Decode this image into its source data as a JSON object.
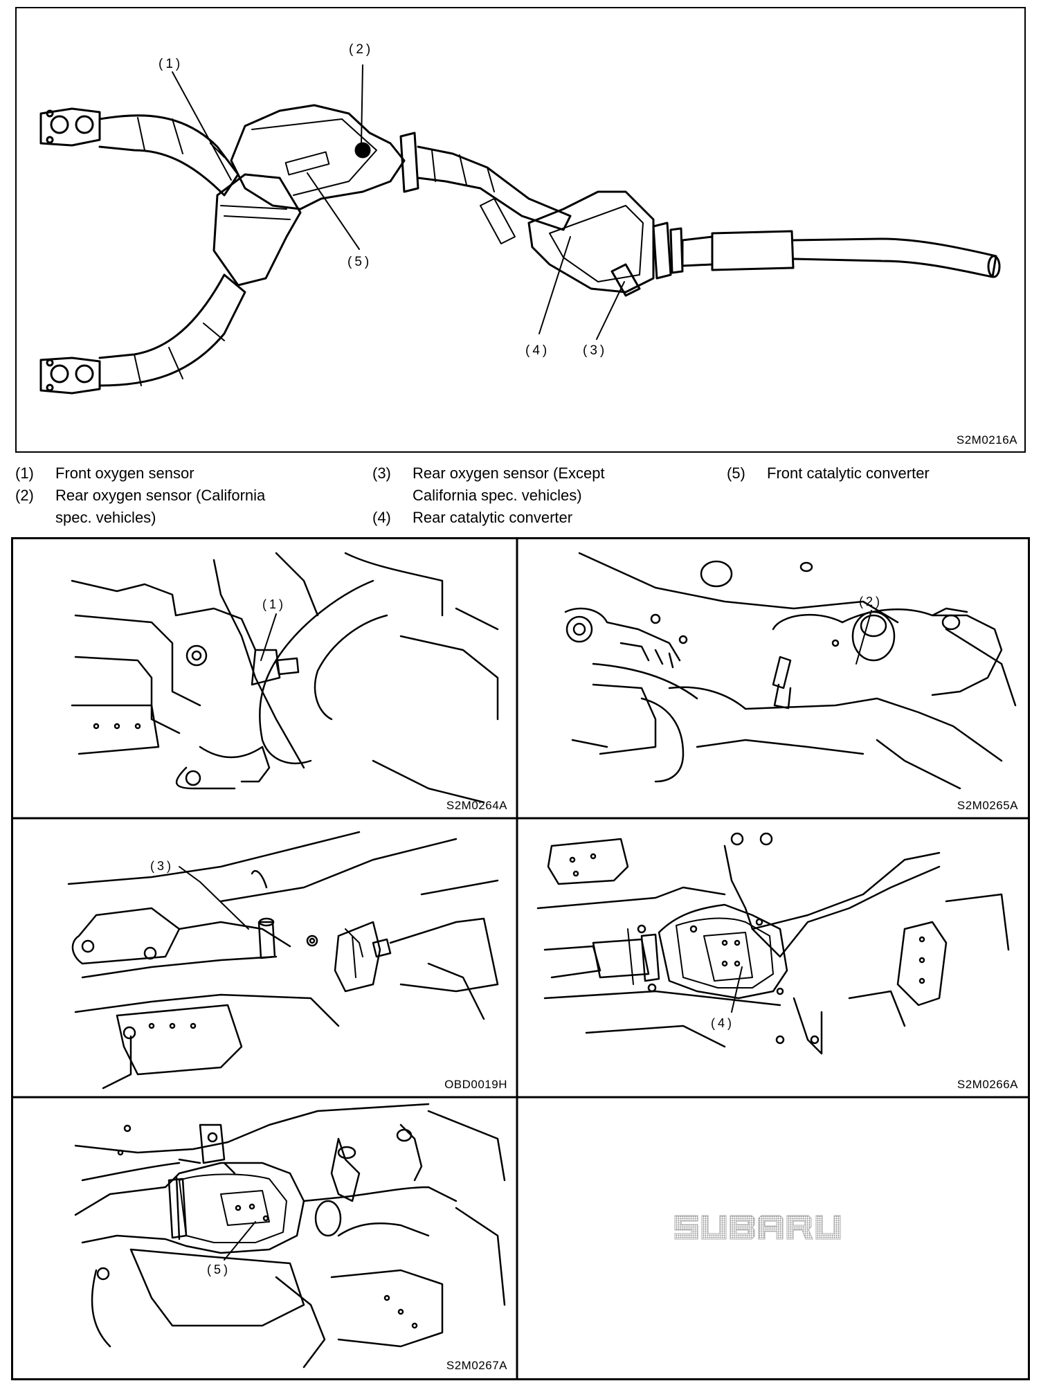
{
  "top_figure": {
    "code": "S2M0216A",
    "callouts": [
      "(1)",
      "(2)",
      "(3)",
      "(4)",
      "(5)"
    ]
  },
  "legend": [
    {
      "num": "(1)",
      "lines": [
        "Front oxygen sensor"
      ]
    },
    {
      "num": "(2)",
      "lines": [
        "Rear oxygen sensor (California",
        "spec. vehicles)"
      ]
    },
    {
      "num": "(3)",
      "lines": [
        "Rear oxygen sensor (Except",
        "California spec. vehicles)"
      ]
    },
    {
      "num": "(4)",
      "lines": [
        "Rear catalytic converter"
      ]
    },
    {
      "num": "(5)",
      "lines": [
        "Front catalytic converter"
      ]
    }
  ],
  "panels": [
    {
      "code": "S2M0264A",
      "callout": "(1)"
    },
    {
      "code": "S2M0265A",
      "callout": "(2)"
    },
    {
      "code": "OBD0019H",
      "callout": "(3)"
    },
    {
      "code": "S2M0266A",
      "callout": "(4)"
    },
    {
      "code": "S2M0267A",
      "callout": "(5)"
    }
  ],
  "logo_text": "SUBARU"
}
